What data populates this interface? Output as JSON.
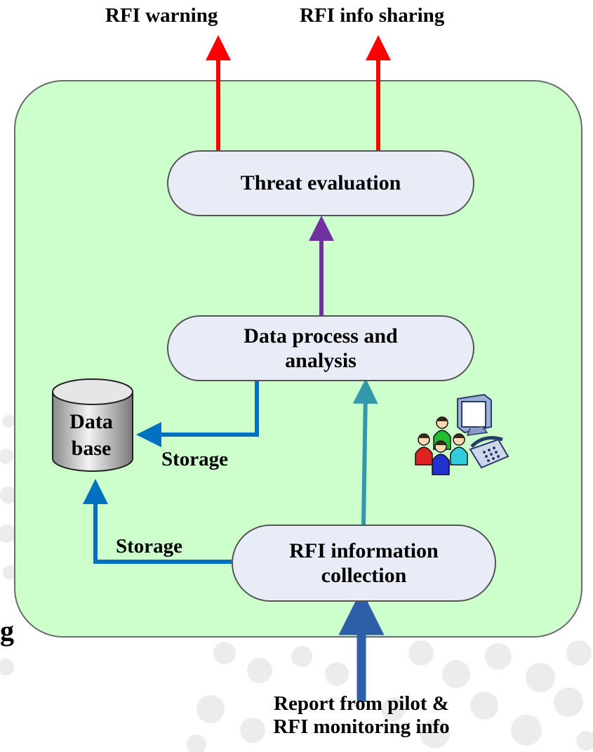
{
  "colors": {
    "panel_fill": "#ccffcc",
    "node_fill": "#e8ecf7",
    "warning_arrow": "#ff0000",
    "process_arrow": "#7030a0",
    "collection_arrow": "#3399aa",
    "storage_arrow": "#0070c0",
    "input_arrow": "#2e5ea8"
  },
  "outputs": {
    "warning": "RFI warning",
    "sharing": "RFI info sharing"
  },
  "nodes": {
    "threat": "Threat evaluation",
    "process_line1": "Data process and",
    "process_line2": "analysis",
    "collection_line1": "RFI information",
    "collection_line2": "collection"
  },
  "database": {
    "line1": "Data",
    "line2": "base"
  },
  "labels": {
    "storage_upper": "Storage",
    "storage_lower": "Storage",
    "partial_letter": "g"
  },
  "input": {
    "line1": "Report from pilot &",
    "line2": "RFI monitoring info"
  },
  "icons": [
    "computer-monitor-icon",
    "people-group-icon",
    "telephone-icon",
    "database-cylinder-icon"
  ]
}
